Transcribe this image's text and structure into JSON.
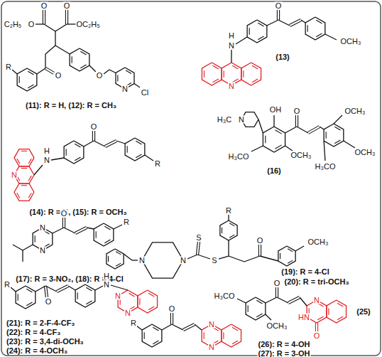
{
  "diagram": {
    "labels": [
      "O",
      "O",
      "C₂H₅",
      "O",
      "OC₂H₅",
      "R",
      "O",
      "O",
      "N",
      "Cl",
      "(11): R = H, (12): R = CH₃",
      "O",
      "H",
      "N",
      "OCH₃",
      "N",
      "(13)",
      "O",
      "H",
      "N",
      "N",
      "R",
      "(14): R = H, (15): R = OCH₃",
      "H₃C",
      "N",
      "OH",
      "O",
      "OCH₃",
      "H₃CO",
      "OCH₃",
      "(16)",
      "H₃CO",
      "OCH₃",
      "N",
      "N",
      "O",
      "R",
      "(17): R = 3-NO₂, (18): R = 4-Cl",
      "R",
      "S",
      "N",
      "N",
      "S",
      "O",
      "OCH₃",
      "(19): R = 4-Cl",
      "(20): R = tri-OCH₃",
      "R",
      "O",
      "N",
      "H",
      "N",
      "N",
      "(21): R = 2-F-4-CF₃",
      "(22): R = 4-CF₃",
      "(23): R = 3,4-di-OCH₃",
      "(24): R = 4-OCH₃",
      "H₃CO",
      "O",
      "OCH₃",
      "N",
      "HN",
      "O",
      "(25)",
      "R",
      "O",
      "N",
      "N",
      "(26): R = 4-OH",
      "(27): R = 3-OH"
    ]
  }
}
